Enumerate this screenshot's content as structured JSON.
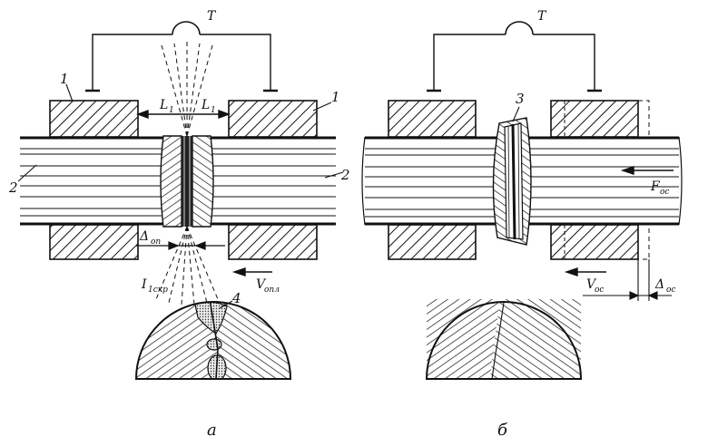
{
  "diagram": {
    "transformer_label": "T",
    "panel_a": {
      "caption": "а",
      "electrode_label": "1",
      "workpiece_label": "2",
      "L_left": "L",
      "L_right": "L",
      "L_sub": "1",
      "delta_sym": "Δ",
      "delta_sub": "оп",
      "current_sym": "I",
      "current_sub": "1скр",
      "velocity_sym": "V",
      "velocity_sub": "опл",
      "inclusion_label": "4"
    },
    "panel_b": {
      "caption": "б",
      "weld_label": "3",
      "force_sym": "F",
      "force_sub": "ос",
      "velocity_sym": "V",
      "velocity_sub": "ос",
      "delta_sym": "Δ",
      "delta_sub": "ос"
    }
  }
}
